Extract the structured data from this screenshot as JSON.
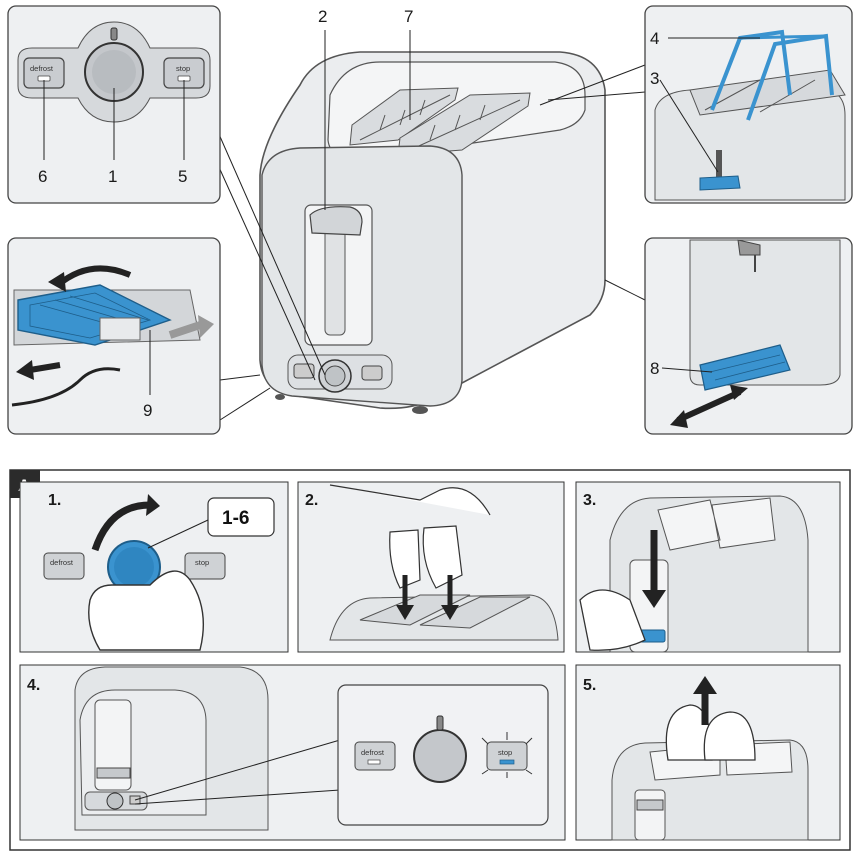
{
  "callouts": {
    "c1": "1",
    "c2": "2",
    "c3": "3",
    "c4": "4",
    "c5": "5",
    "c6": "6",
    "c7": "7",
    "c8": "8",
    "c9": "9"
  },
  "controls": {
    "defrost": "defrost",
    "stop": "stop"
  },
  "section_a": {
    "badge": "A",
    "steps": {
      "s1": "1.",
      "s2": "2.",
      "s3": "3.",
      "s4": "4.",
      "s5": "5."
    },
    "range": "1-6"
  },
  "colors": {
    "accent": "#3a93cf",
    "body": "#e9ebed",
    "panel": "#eeeff1",
    "outline": "#555555"
  }
}
